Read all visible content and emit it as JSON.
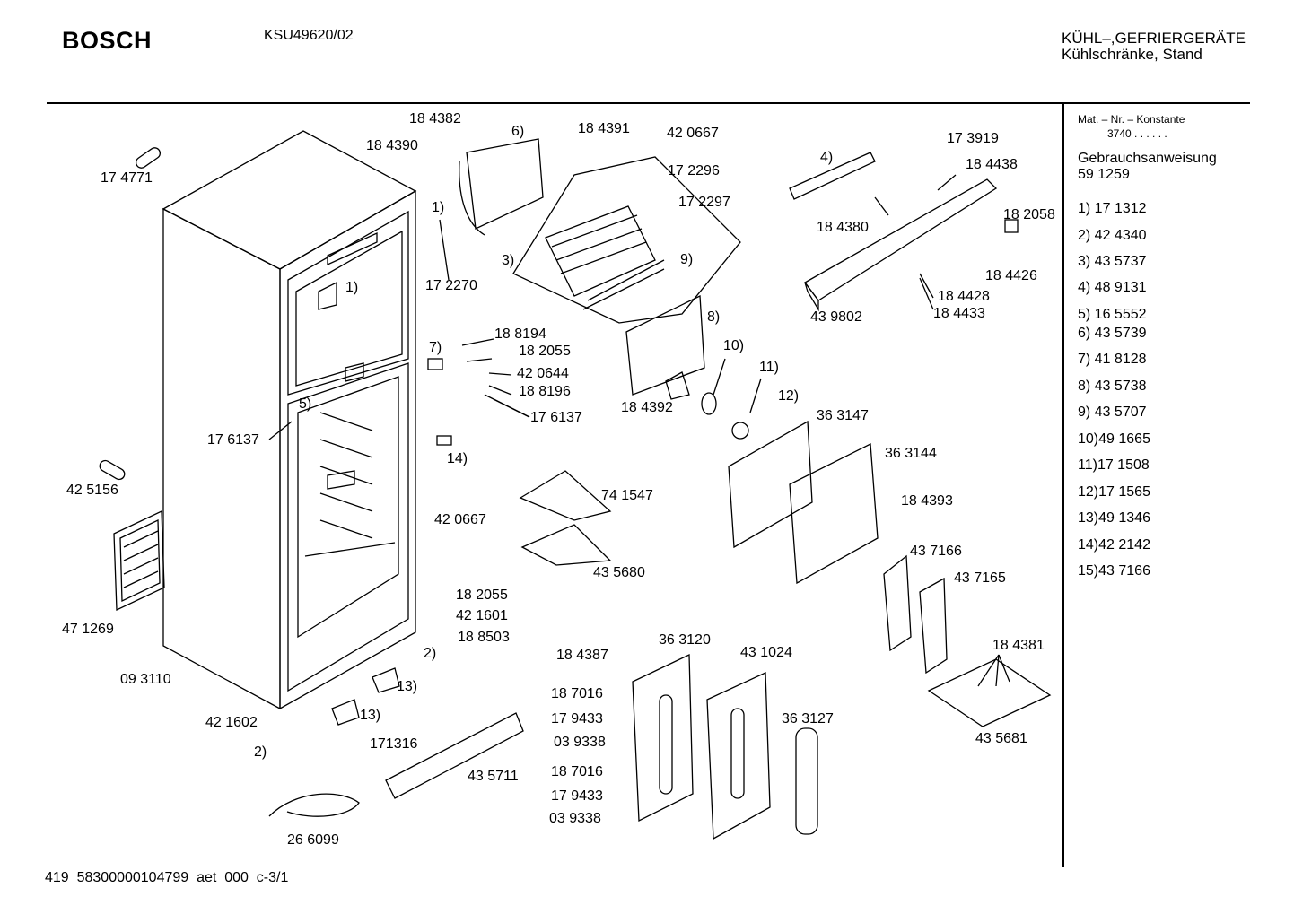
{
  "header": {
    "brand": "BOSCH",
    "model": "KSU49620/02",
    "category_line1": "KÜHL–,GEFRIERGERÄTE",
    "category_line2": "Kühlschränke, Stand"
  },
  "side_panel": {
    "mat_nr_label": "Mat. – Nr. – Konstante",
    "mat_nr_value": "3740 . .   . . . .",
    "manual_label": "Gebrauchsanweisung",
    "manual_number": "59 1259",
    "assemblies": [
      "1) 17 1312",
      "2) 42 4340",
      "3) 43 5737",
      "4) 48 9131",
      "5) 16 5552",
      "6) 43 5739",
      "7) 41 8128",
      "8) 43 5738",
      "9) 43 5707",
      "10)49 1665",
      "11)17 1508",
      "12)17 1565",
      "13)49 1346",
      "14)42 2142",
      "15)43 7166"
    ]
  },
  "footer": {
    "doc_id": "419_58300000104799_aet_000_c-3/1"
  },
  "parts": [
    {
      "t": "18 4382"
    },
    {
      "t": "18 4390"
    },
    {
      "t": "6)"
    },
    {
      "t": "18 4391"
    },
    {
      "t": "42 0667"
    },
    {
      "t": "17 2296"
    },
    {
      "t": "17 2297"
    },
    {
      "t": "17 4771"
    },
    {
      "t": "1)"
    },
    {
      "t": "17 2270"
    },
    {
      "t": "3)"
    },
    {
      "t": "9)"
    },
    {
      "t": "1)"
    },
    {
      "t": "4)"
    },
    {
      "t": "17 3919"
    },
    {
      "t": "18 4438"
    },
    {
      "t": "18 4380"
    },
    {
      "t": "18 2058"
    },
    {
      "t": "18 4426"
    },
    {
      "t": "43 9802"
    },
    {
      "t": "18 4428"
    },
    {
      "t": "18 4433"
    },
    {
      "t": "8)"
    },
    {
      "t": "7)"
    },
    {
      "t": "18 8194"
    },
    {
      "t": "18 2055"
    },
    {
      "t": "42 0644"
    },
    {
      "t": "18 8196"
    },
    {
      "t": "17 6137"
    },
    {
      "t": "10)"
    },
    {
      "t": "11)"
    },
    {
      "t": "18 4392"
    },
    {
      "t": "12)"
    },
    {
      "t": "36 3147"
    },
    {
      "t": "5)"
    },
    {
      "t": "17 6137"
    },
    {
      "t": "14)"
    },
    {
      "t": "36 3144"
    },
    {
      "t": "42 5156"
    },
    {
      "t": "74 1547"
    },
    {
      "t": "18 4393"
    },
    {
      "t": "42 0667"
    },
    {
      "t": "43 5680"
    },
    {
      "t": "43 7166"
    },
    {
      "t": "43 7165"
    },
    {
      "t": "18 2055"
    },
    {
      "t": "42 1601"
    },
    {
      "t": "18 8503"
    },
    {
      "t": "47 1269"
    },
    {
      "t": "2)"
    },
    {
      "t": "18 4387"
    },
    {
      "t": "36 3120"
    },
    {
      "t": "43 1024"
    },
    {
      "t": "18 4381"
    },
    {
      "t": "09 3110"
    },
    {
      "t": "13)"
    },
    {
      "t": "13)"
    },
    {
      "t": "18 7016"
    },
    {
      "t": "17 9433"
    },
    {
      "t": "42 1602"
    },
    {
      "t": "36 3127"
    },
    {
      "t": "03 9338"
    },
    {
      "t": "43 5681"
    },
    {
      "t": "171316"
    },
    {
      "t": "2)"
    },
    {
      "t": "18 7016"
    },
    {
      "t": "43 5711"
    },
    {
      "t": "17 9433"
    },
    {
      "t": "03 9338"
    },
    {
      "t": "26 6099"
    }
  ]
}
